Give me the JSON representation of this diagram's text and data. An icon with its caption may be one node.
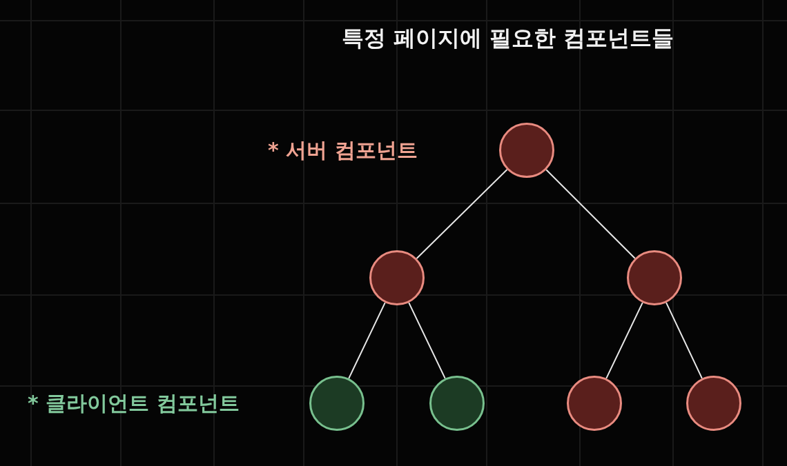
{
  "diagram": {
    "title": "특정 페이지에 필요한 컴포넌트들",
    "nodes": [
      {
        "text": [],
        "shape": "circle"
      },
      {
        "text": [],
        "shape": "circle"
      },
      {
        "text": [],
        "shape": "circle"
      },
      {
        "text": [],
        "shape": "circle"
      },
      {
        "text": [],
        "shape": "circle"
      },
      {
        "text": [],
        "shape": "circle"
      },
      {
        "text": [],
        "shape": "circle"
      }
    ],
    "edges": [
      {
        "from": 0,
        "to": 1,
        "arrow": "none"
      },
      {
        "from": 0,
        "to": 2,
        "arrow": "none"
      },
      {
        "from": 1,
        "to": 3,
        "arrow": "none"
      },
      {
        "from": 1,
        "to": 4,
        "arrow": "none"
      },
      {
        "from": 2,
        "to": 5,
        "arrow": "none"
      },
      {
        "from": 2,
        "to": 6,
        "arrow": "none"
      }
    ],
    "labels": [
      "* 서버 컴포넌트",
      "* 클라이언트 컴포넌트"
    ]
  }
}
